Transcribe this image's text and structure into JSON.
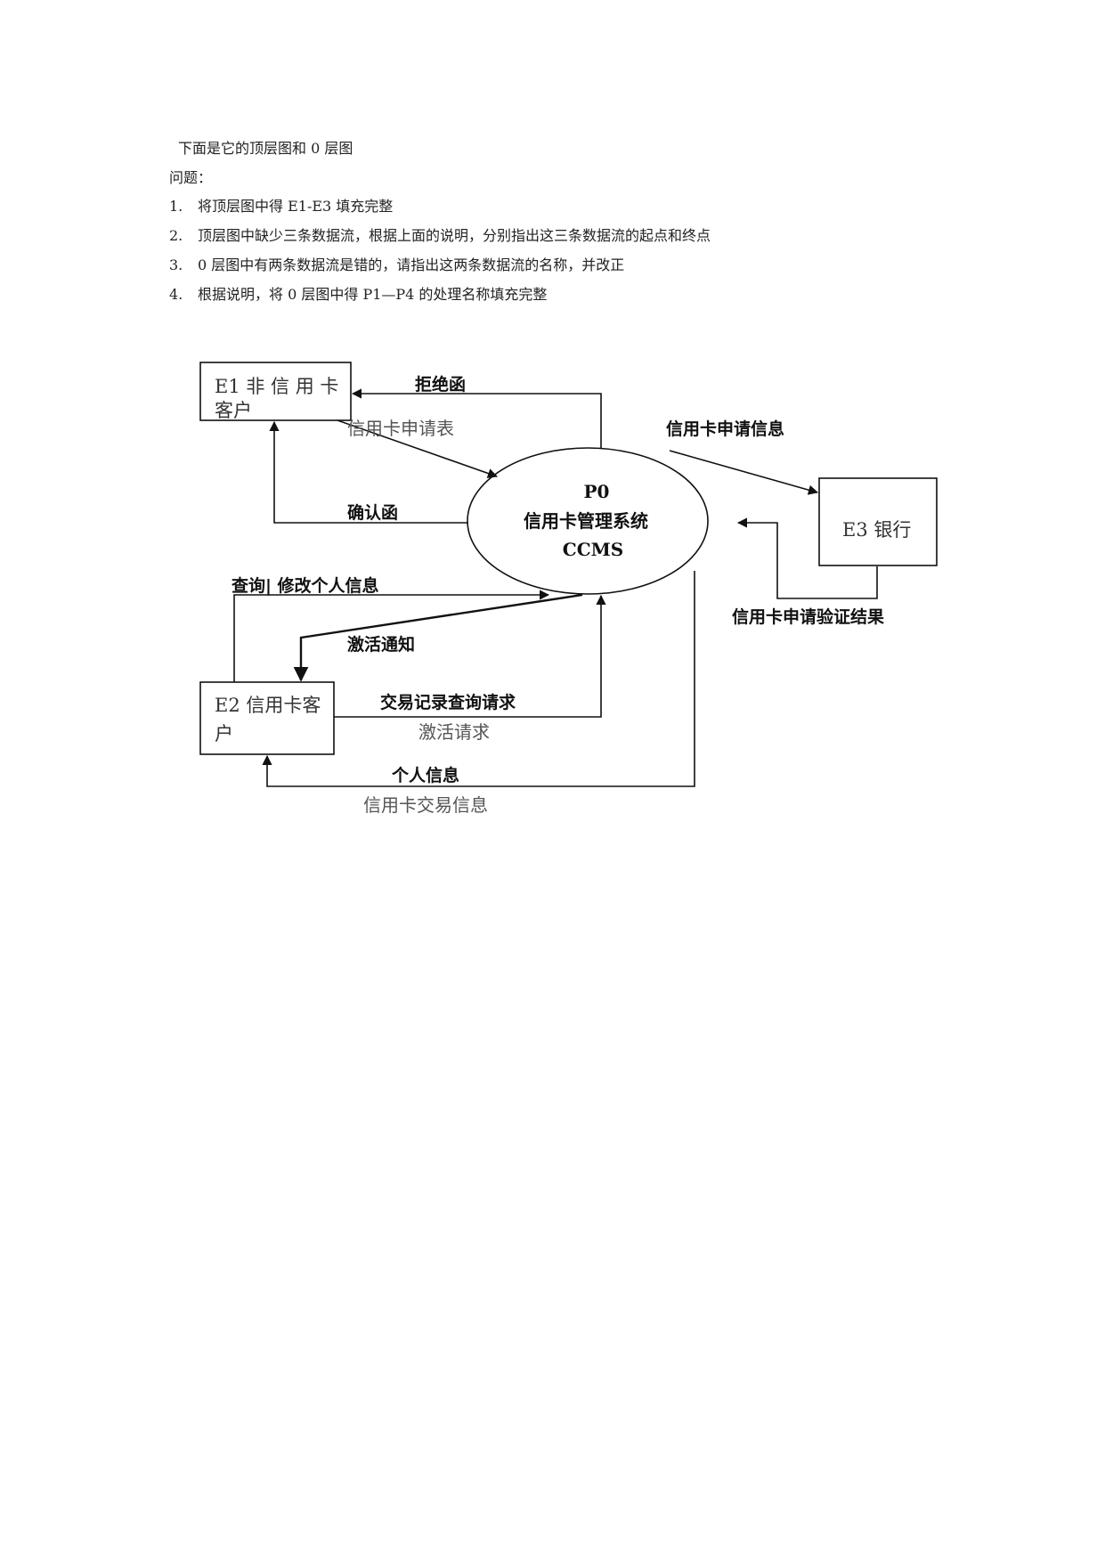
{
  "intro": "下面是它的顶层图和 0 层图",
  "questions_title": "问题：",
  "questions": [
    {
      "num": "1.",
      "text": "将顶层图中得 E1-E3 填充完整"
    },
    {
      "num": "2.",
      "text": "顶层图中缺少三条数据流，根据上面的说明，分别指出这三条数据流的起点和终点"
    },
    {
      "num": "3.",
      "text": "0 层图中有两条数据流是错的，请指出这两条数据流的名称，并改正"
    },
    {
      "num": "4.",
      "text": "根据说明，将 0 层图中得 P1—P4 的处理名称填充完整"
    }
  ],
  "diagram": {
    "e1": {
      "line1": "E1 非 信 用 卡",
      "line2": "客户"
    },
    "e2": {
      "line1": "E2 信用卡客",
      "line2": "户"
    },
    "e3": {
      "label": "E3 银行"
    },
    "p0": {
      "id": "P0",
      "name": "信用卡管理系统",
      "abbr": "CCMS"
    },
    "flows": {
      "reject_letter": "拒绝函",
      "application_form": "信用卡申请表",
      "confirm_letter": "确认函",
      "application_info": "信用卡申请信息",
      "verify_result": "信用卡申请验证结果",
      "query_modify": "查询|  修改个人信息",
      "activation_notice": "激活通知",
      "transaction_query": "交易记录查询请求",
      "activation_request": "激活请求",
      "personal_info": "个人信息",
      "transaction_info": "信用卡交易信息"
    }
  }
}
